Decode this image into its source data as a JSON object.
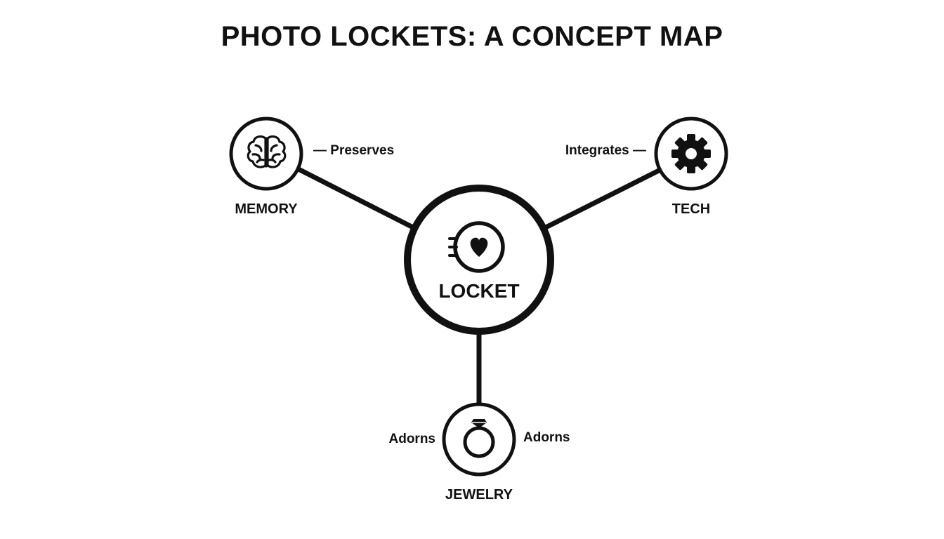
{
  "title": "PHOTO LOCKETS: A CONCEPT MAP",
  "colors": {
    "ink": "#111111",
    "background": "#ffffff"
  },
  "nodes": {
    "center": {
      "label": "LOCKET",
      "icon": "locket-heart-icon"
    },
    "memory": {
      "label": "MEMORY",
      "icon": "brain-icon"
    },
    "tech": {
      "label": "TECH",
      "icon": "gear-icon"
    },
    "jewelry": {
      "label": "JEWELRY",
      "icon": "ring-icon"
    }
  },
  "edges": {
    "memory": {
      "label": "— Preserves"
    },
    "tech": {
      "label": "Integrates —"
    },
    "jewelry_left": {
      "label": "Adorns"
    },
    "jewelry_right": {
      "label": "Adorns"
    }
  }
}
